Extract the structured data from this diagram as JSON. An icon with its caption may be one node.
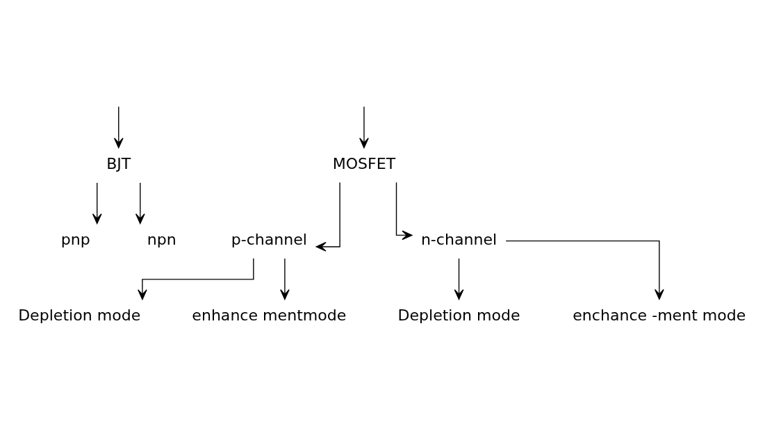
{
  "diagram": {
    "nodes": [
      {
        "text": [
          "BJT"
        ]
      },
      {
        "text": [
          "MOSFET"
        ]
      },
      {
        "text": [
          "pnp"
        ]
      },
      {
        "text": [
          "npn"
        ]
      },
      {
        "text": [
          "p-channel"
        ]
      },
      {
        "text": [
          "n-channel"
        ]
      },
      {
        "text": [
          "Depletion mode"
        ]
      },
      {
        "text": [
          "enhance mentmode"
        ]
      },
      {
        "text": [
          "Depletion mode"
        ]
      },
      {
        "text": [
          "enchance -ment mode"
        ]
      }
    ],
    "edges": [
      {
        "from": null,
        "to": 0,
        "arrow": "to"
      },
      {
        "from": null,
        "to": 1,
        "arrow": "to"
      },
      {
        "from": 0,
        "to": 2,
        "arrow": "to"
      },
      {
        "from": 0,
        "to": 3,
        "arrow": "to"
      },
      {
        "from": 1,
        "to": 4,
        "arrow": "to"
      },
      {
        "from": 1,
        "to": 5,
        "arrow": "to"
      },
      {
        "from": 4,
        "to": 6,
        "arrow": "to"
      },
      {
        "from": 4,
        "to": 7,
        "arrow": "to"
      },
      {
        "from": 5,
        "to": 8,
        "arrow": "to"
      },
      {
        "from": 5,
        "to": 9,
        "arrow": "to"
      }
    ]
  }
}
